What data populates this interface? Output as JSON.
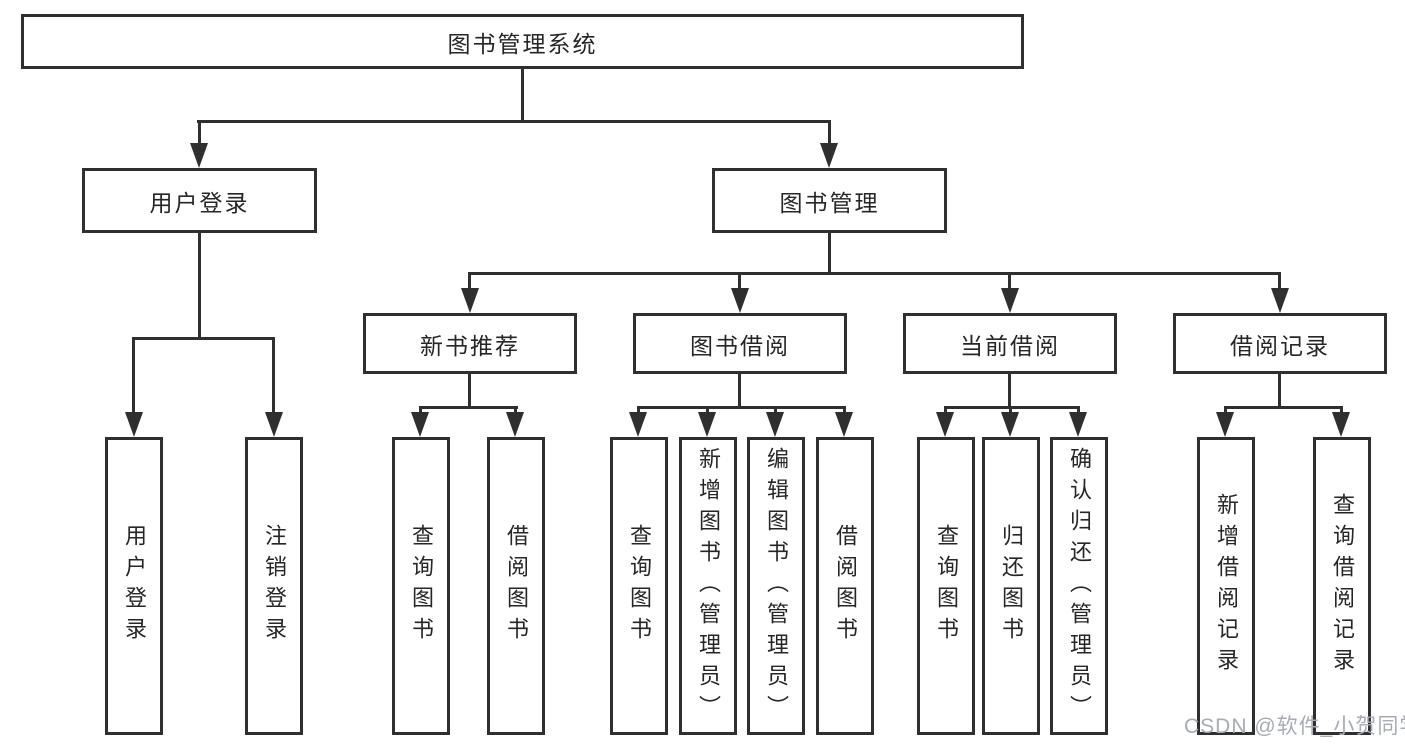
{
  "diagram": {
    "root": "图书管理系统",
    "user_branch": {
      "label": "用户登录",
      "children": [
        "用户登录",
        "注销登录"
      ]
    },
    "mgmt_branch": {
      "label": "图书管理",
      "groups": [
        {
          "label": "新书推荐",
          "children": [
            "查询图书",
            "借阅图书"
          ]
        },
        {
          "label": "图书借阅",
          "children": [
            "查询图书",
            "新增图书（管理员）",
            "编辑图书（管理员）",
            "借阅图书"
          ]
        },
        {
          "label": "当前借阅",
          "children": [
            "查询图书",
            "归还图书",
            "确认归还（管理员）"
          ]
        },
        {
          "label": "借阅记录",
          "children": [
            "新增借阅记录",
            "查询借阅记录"
          ]
        }
      ]
    }
  },
  "watermark": "CSDN @软件_小贺同学",
  "colors": {
    "line": "#2f2f2f",
    "text": "#262626",
    "background": "#ffffff",
    "watermark": "#a6abb5"
  }
}
